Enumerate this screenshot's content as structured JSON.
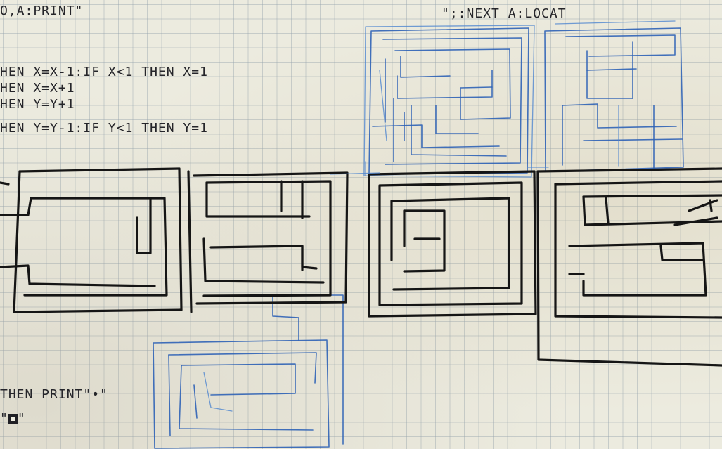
{
  "code_lines": [
    "O,A:PRINT\"",
    "\";:NEXT A:LOCAT",
    "HEN X=X-1:IF X<1 THEN X=1",
    "HEN X=X+1",
    "HEN Y=Y+1",
    "HEN Y=Y-1:IF Y<1 THEN Y=1",
    "THEN PRINT\"•\"",
    "\"",
    "\""
  ],
  "colors": {
    "paper": "#ecebdf",
    "grid": "#96a5af",
    "pencil_text": "#25252a",
    "black_ink": "#151515",
    "blue_ink": "#2e62b6"
  }
}
